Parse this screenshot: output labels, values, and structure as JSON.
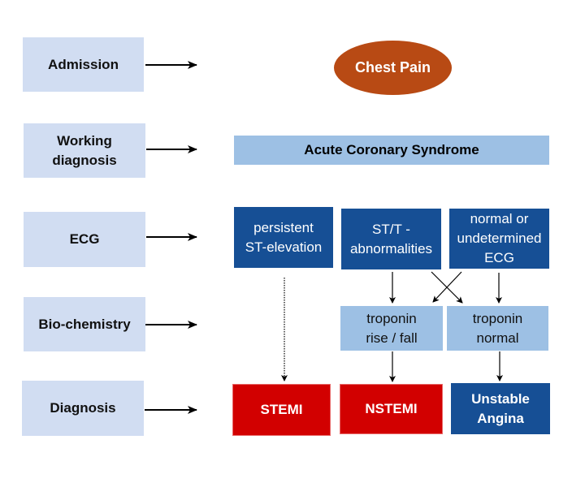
{
  "stages": [
    {
      "id": "admission",
      "label": "Admission"
    },
    {
      "id": "working-diagnosis",
      "label": "Working\ndiagnosis"
    },
    {
      "id": "ecg",
      "label": "ECG"
    },
    {
      "id": "biochemistry",
      "label": "Bio-chemistry"
    },
    {
      "id": "diagnosis",
      "label": "Diagnosis"
    }
  ],
  "admission": {
    "label": "Chest Pain"
  },
  "working_diagnosis": {
    "label": "Acute Coronary Syndrome"
  },
  "ecg_findings": [
    {
      "label": "persistent\nST-elevation"
    },
    {
      "label": "ST/T -\nabnormalities"
    },
    {
      "label": "normal or\nundetermined\nECG"
    }
  ],
  "biochemistry": [
    {
      "label": "troponin\nrise / fall"
    },
    {
      "label": "troponin\nnormal"
    }
  ],
  "diagnoses": [
    {
      "label": "STEMI"
    },
    {
      "label": "NSTEMI"
    },
    {
      "label": "Unstable\nAngina"
    }
  ],
  "colors": {
    "stage_box": "#d1ddf2",
    "chest_pain": "#b84a14",
    "acs": "#9dc0e4",
    "ecg_box": "#164f95",
    "troponin_box": "#9dc0e4",
    "stemi": "#d20000",
    "unstable_angina": "#164f95"
  }
}
